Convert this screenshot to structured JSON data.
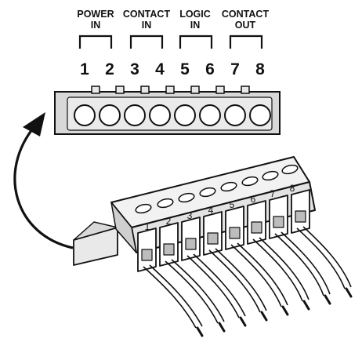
{
  "groups": [
    {
      "line1": "POWER",
      "line2": "IN",
      "pins": [
        "1",
        "2"
      ]
    },
    {
      "line1": "CONTACT",
      "line2": "IN",
      "pins": [
        "3",
        "4"
      ]
    },
    {
      "line1": "LOGIC",
      "line2": "IN",
      "pins": [
        "5",
        "6"
      ]
    },
    {
      "line1": "CONTACT",
      "line2": "OUT",
      "pins": [
        "7",
        "8"
      ]
    }
  ],
  "pin_numbers": [
    "1",
    "2",
    "3",
    "4",
    "5",
    "6",
    "7",
    "8"
  ],
  "plug_numbers": [
    "1",
    "2",
    "3",
    "4",
    "5",
    "6",
    "7",
    "8"
  ]
}
